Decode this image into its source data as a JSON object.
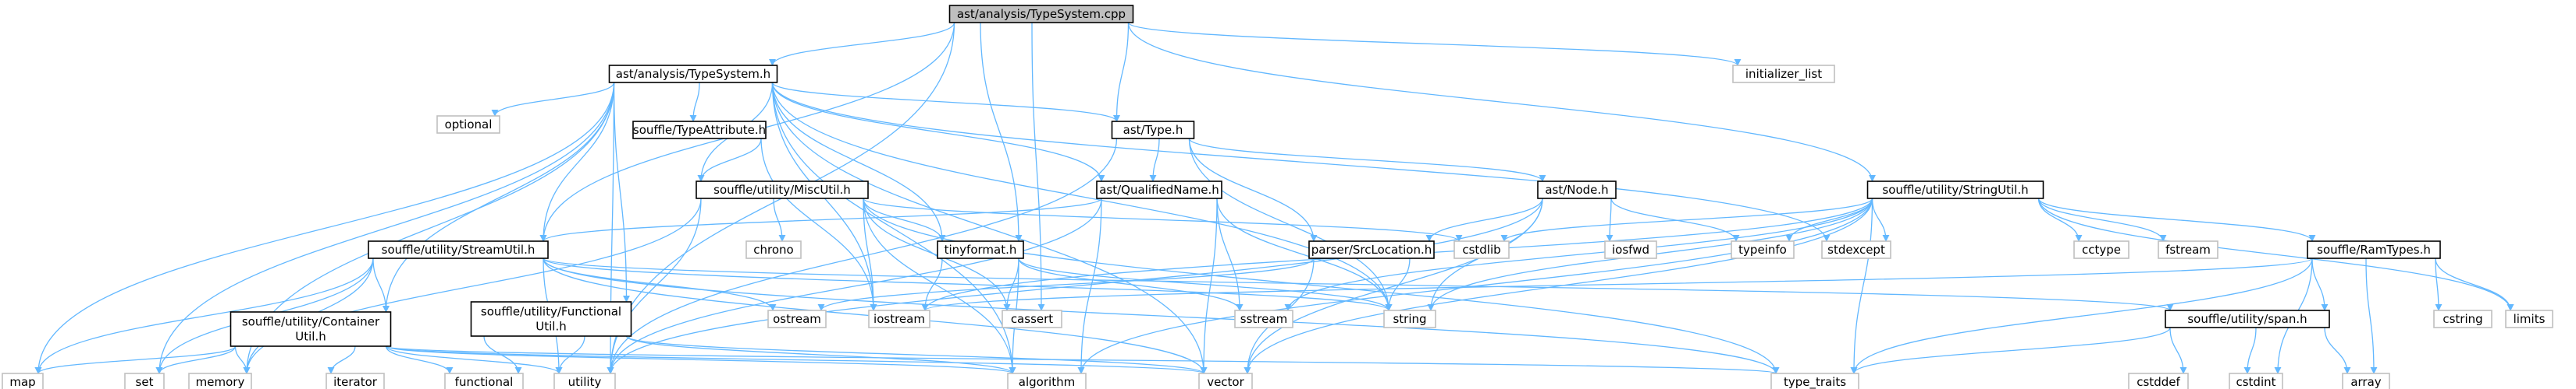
{
  "graph": {
    "edge_color": "#63b8ff",
    "node_border": "#000000",
    "system_border": "#bfbfbf",
    "root_fill": "#bfbfbf",
    "nodes": [
      {
        "id": "ts_cpp",
        "label": "ast/analysis/TypeSystem.cpp",
        "kind": "root"
      },
      {
        "id": "ts_h",
        "label": "ast/analysis/TypeSystem.h",
        "kind": "file"
      },
      {
        "id": "init_list",
        "label": "initializer_list",
        "kind": "system"
      },
      {
        "id": "optional",
        "label": "optional",
        "kind": "system"
      },
      {
        "id": "typeattr",
        "label": "souffle/TypeAttribute.h",
        "kind": "file"
      },
      {
        "id": "type_h",
        "label": "ast/Type.h",
        "kind": "file"
      },
      {
        "id": "miscutil",
        "label": "souffle/utility/MiscUtil.h",
        "kind": "file"
      },
      {
        "id": "qualname",
        "label": "ast/QualifiedName.h",
        "kind": "file"
      },
      {
        "id": "node_h",
        "label": "ast/Node.h",
        "kind": "file"
      },
      {
        "id": "stringutil",
        "label": "souffle/utility/StringUtil.h",
        "kind": "file"
      },
      {
        "id": "chrono",
        "label": "chrono",
        "kind": "system"
      },
      {
        "id": "cstdlib",
        "label": "cstdlib",
        "kind": "system"
      },
      {
        "id": "iosfwd",
        "label": "iosfwd",
        "kind": "system"
      },
      {
        "id": "typeinfo",
        "label": "typeinfo",
        "kind": "system"
      },
      {
        "id": "stdexcept",
        "label": "stdexcept",
        "kind": "system"
      },
      {
        "id": "cctype",
        "label": "cctype",
        "kind": "system"
      },
      {
        "id": "fstream",
        "label": "fstream",
        "kind": "system"
      },
      {
        "id": "streamutil",
        "label": "souffle/utility/StreamUtil.h",
        "kind": "file"
      },
      {
        "id": "tinyformat",
        "label": "tinyformat.h",
        "kind": "file"
      },
      {
        "id": "srcloc",
        "label": "parser/SrcLocation.h",
        "kind": "file"
      },
      {
        "id": "ramtypes",
        "label": "souffle/RamTypes.h",
        "kind": "file"
      },
      {
        "id": "container",
        "label": [
          "souffle/utility/Container",
          "Util.h"
        ],
        "kind": "file"
      },
      {
        "id": "functional_h",
        "label": [
          "souffle/utility/Functional",
          "Util.h"
        ],
        "kind": "file"
      },
      {
        "id": "ostream",
        "label": "ostream",
        "kind": "system"
      },
      {
        "id": "iostream",
        "label": "iostream",
        "kind": "system"
      },
      {
        "id": "cassert",
        "label": "cassert",
        "kind": "system"
      },
      {
        "id": "sstream",
        "label": "sstream",
        "kind": "system"
      },
      {
        "id": "string",
        "label": "string",
        "kind": "system"
      },
      {
        "id": "span",
        "label": "souffle/utility/span.h",
        "kind": "file"
      },
      {
        "id": "cstring",
        "label": "cstring",
        "kind": "system"
      },
      {
        "id": "limits",
        "label": "limits",
        "kind": "system"
      },
      {
        "id": "map",
        "label": "map",
        "kind": "system"
      },
      {
        "id": "set",
        "label": "set",
        "kind": "system"
      },
      {
        "id": "memory",
        "label": "memory",
        "kind": "system"
      },
      {
        "id": "iterator",
        "label": "iterator",
        "kind": "system"
      },
      {
        "id": "functional",
        "label": "functional",
        "kind": "system"
      },
      {
        "id": "utility",
        "label": "utility",
        "kind": "system"
      },
      {
        "id": "algorithm",
        "label": "algorithm",
        "kind": "system"
      },
      {
        "id": "vector",
        "label": "vector",
        "kind": "system"
      },
      {
        "id": "type_traits",
        "label": "type_traits",
        "kind": "system"
      },
      {
        "id": "cstddef",
        "label": "cstddef",
        "kind": "system"
      },
      {
        "id": "cstdint",
        "label": "cstdint",
        "kind": "system"
      },
      {
        "id": "array",
        "label": "array",
        "kind": "system"
      }
    ],
    "edges": [
      [
        "ts_cpp",
        "ts_h"
      ],
      [
        "ts_cpp",
        "init_list"
      ],
      [
        "ts_cpp",
        "type_h"
      ],
      [
        "ts_cpp",
        "stringutil"
      ],
      [
        "ts_cpp",
        "streamutil"
      ],
      [
        "ts_cpp",
        "tinyformat"
      ],
      [
        "ts_cpp",
        "cassert"
      ],
      [
        "ts_cpp",
        "utility"
      ],
      [
        "ts_h",
        "optional"
      ],
      [
        "ts_h",
        "typeattr"
      ],
      [
        "ts_h",
        "type_h"
      ],
      [
        "ts_h",
        "miscutil"
      ],
      [
        "ts_h",
        "qualname"
      ],
      [
        "ts_h",
        "streamutil"
      ],
      [
        "ts_h",
        "tinyformat"
      ],
      [
        "ts_h",
        "container"
      ],
      [
        "ts_h",
        "functional_h"
      ],
      [
        "ts_h",
        "stdexcept"
      ],
      [
        "ts_h",
        "iostream"
      ],
      [
        "ts_h",
        "string"
      ],
      [
        "ts_h",
        "map"
      ],
      [
        "ts_h",
        "set"
      ],
      [
        "ts_h",
        "memory"
      ],
      [
        "ts_h",
        "utility"
      ],
      [
        "ts_h",
        "algorithm"
      ],
      [
        "ts_h",
        "vector"
      ],
      [
        "typeattr",
        "miscutil"
      ],
      [
        "typeattr",
        "iostream"
      ],
      [
        "type_h",
        "qualname"
      ],
      [
        "type_h",
        "node_h"
      ],
      [
        "type_h",
        "srcloc"
      ],
      [
        "type_h",
        "string"
      ],
      [
        "type_h",
        "utility"
      ],
      [
        "miscutil",
        "chrono"
      ],
      [
        "miscutil",
        "cstdlib"
      ],
      [
        "miscutil",
        "tinyformat"
      ],
      [
        "miscutil",
        "iostream"
      ],
      [
        "miscutil",
        "cassert"
      ],
      [
        "miscutil",
        "utility"
      ],
      [
        "miscutil",
        "memory"
      ],
      [
        "miscutil",
        "algorithm"
      ],
      [
        "miscutil",
        "type_traits"
      ],
      [
        "qualname",
        "streamutil"
      ],
      [
        "qualname",
        "string"
      ],
      [
        "qualname",
        "sstream"
      ],
      [
        "qualname",
        "algorithm"
      ],
      [
        "qualname",
        "utility"
      ],
      [
        "qualname",
        "vector"
      ],
      [
        "node_h",
        "srcloc"
      ],
      [
        "node_h",
        "iosfwd"
      ],
      [
        "node_h",
        "typeinfo"
      ],
      [
        "node_h",
        "string"
      ],
      [
        "node_h",
        "utility"
      ],
      [
        "node_h",
        "vector"
      ],
      [
        "stringutil",
        "ramtypes"
      ],
      [
        "stringutil",
        "cstdlib"
      ],
      [
        "stringutil",
        "typeinfo"
      ],
      [
        "stringutil",
        "stdexcept"
      ],
      [
        "stringutil",
        "cctype"
      ],
      [
        "stringutil",
        "fstream"
      ],
      [
        "stringutil",
        "string"
      ],
      [
        "stringutil",
        "sstream"
      ],
      [
        "stringutil",
        "algorithm"
      ],
      [
        "stringutil",
        "vector"
      ],
      [
        "stringutil",
        "limits"
      ],
      [
        "stringutil",
        "type_traits"
      ],
      [
        "stringutil",
        "iostream"
      ],
      [
        "streamutil",
        "container"
      ],
      [
        "streamutil",
        "ostream"
      ],
      [
        "streamutil",
        "string"
      ],
      [
        "streamutil",
        "map"
      ],
      [
        "streamutil",
        "set"
      ],
      [
        "streamutil",
        "memory"
      ],
      [
        "streamutil",
        "utility"
      ],
      [
        "streamutil",
        "vector"
      ],
      [
        "streamutil",
        "span"
      ],
      [
        "streamutil",
        "type_traits"
      ],
      [
        "tinyformat",
        "iostream"
      ],
      [
        "tinyformat",
        "cassert"
      ],
      [
        "tinyformat",
        "sstream"
      ],
      [
        "tinyformat",
        "algorithm"
      ],
      [
        "tinyformat",
        "string"
      ],
      [
        "srcloc",
        "ostream"
      ],
      [
        "srcloc",
        "string"
      ],
      [
        "srcloc",
        "vector"
      ],
      [
        "ramtypes",
        "span"
      ],
      [
        "ramtypes",
        "cstring"
      ],
      [
        "ramtypes",
        "limits"
      ],
      [
        "ramtypes",
        "cstdint"
      ],
      [
        "ramtypes",
        "type_traits"
      ],
      [
        "ramtypes",
        "array"
      ],
      [
        "ramtypes",
        "iostream"
      ],
      [
        "container",
        "map"
      ],
      [
        "container",
        "set"
      ],
      [
        "container",
        "memory"
      ],
      [
        "container",
        "iterator"
      ],
      [
        "container",
        "functional"
      ],
      [
        "container",
        "utility"
      ],
      [
        "container",
        "algorithm"
      ],
      [
        "container",
        "vector"
      ],
      [
        "container",
        "type_traits"
      ],
      [
        "functional_h",
        "functional"
      ],
      [
        "functional_h",
        "utility"
      ],
      [
        "functional_h",
        "algorithm"
      ],
      [
        "functional_h",
        "vector"
      ],
      [
        "span",
        "cstddef"
      ],
      [
        "span",
        "cstdint"
      ],
      [
        "span",
        "array"
      ],
      [
        "span",
        "type_traits"
      ]
    ]
  }
}
